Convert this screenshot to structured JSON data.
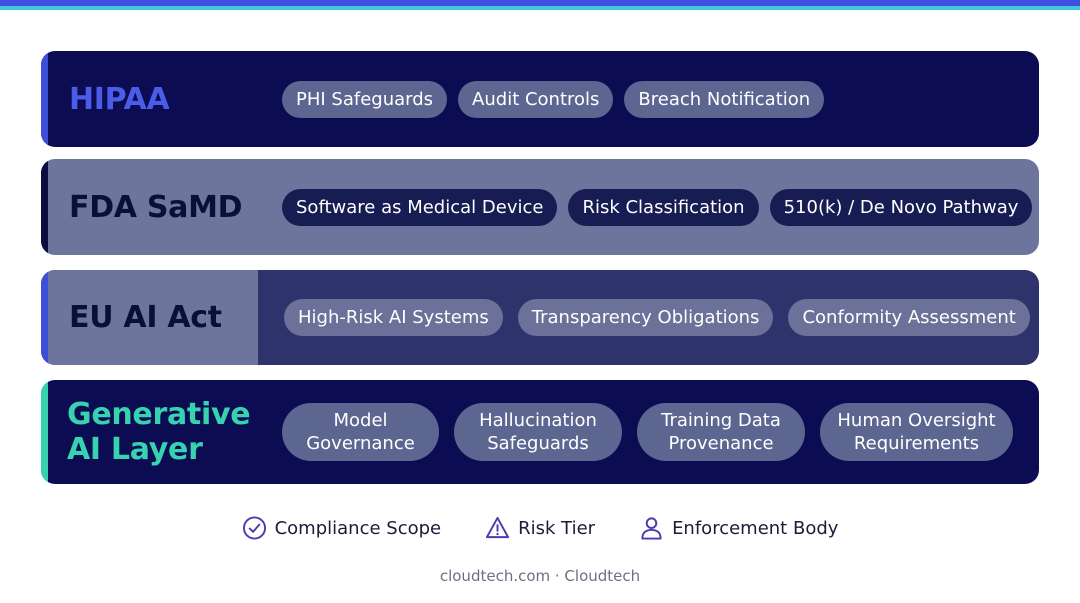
{
  "layers": [
    {
      "title": "HIPAA",
      "items": [
        "PHI Safeguards",
        "Audit Controls",
        "Breach Notification"
      ]
    },
    {
      "title": "FDA SaMD",
      "items": [
        "Software as Medical Device",
        "Risk Classification",
        "510(k) / De Novo Pathway"
      ]
    },
    {
      "title": "EU AI Act",
      "items": [
        "High-Risk AI Systems",
        "Transparency Obligations",
        "Conformity Assessment"
      ]
    },
    {
      "title_line1": "Generative",
      "title_line2": "AI Layer",
      "items": [
        "Model Governance",
        "Hallucination Safeguards",
        "Training Data Provenance",
        "Human Oversight Requirements"
      ]
    }
  ],
  "legend": [
    {
      "icon": "check-circle-icon",
      "label": "Compliance Scope"
    },
    {
      "icon": "warning-triangle-icon",
      "label": "Risk Tier"
    },
    {
      "icon": "person-icon",
      "label": "Enforcement Body"
    }
  ],
  "footer": "cloudtech.com · Cloudtech",
  "colors": {
    "top_bar": "#3f4fe0",
    "top_bar_secondary": "#3fc9d9",
    "dark_navy": "#0c0c52",
    "slate": "#6e759d",
    "accent_blue": "#3d4ed8",
    "accent_teal": "#37d3b0",
    "legend_icon": "#4b3bb0"
  }
}
